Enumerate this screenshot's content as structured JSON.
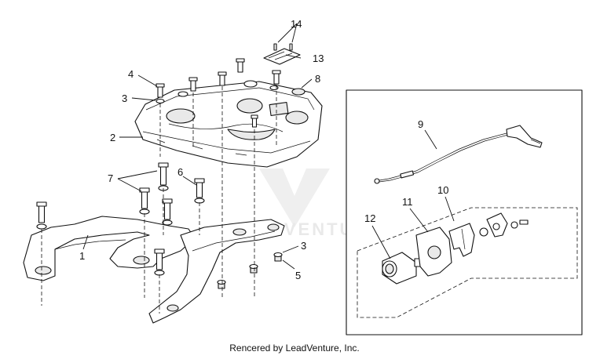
{
  "diagram": {
    "callouts": [
      "1",
      "2",
      "3",
      "3",
      "4",
      "5",
      "6",
      "7",
      "8",
      "9",
      "10",
      "11",
      "12",
      "13",
      "14"
    ],
    "watermark": "LEADVENTURE",
    "colors": {
      "line": "#111111",
      "shade": "#e9e9e9",
      "watermark": "#d8d8d8",
      "background": "#ffffff"
    }
  },
  "footer": {
    "credit": "Rencered by LeadVenture, Inc."
  }
}
